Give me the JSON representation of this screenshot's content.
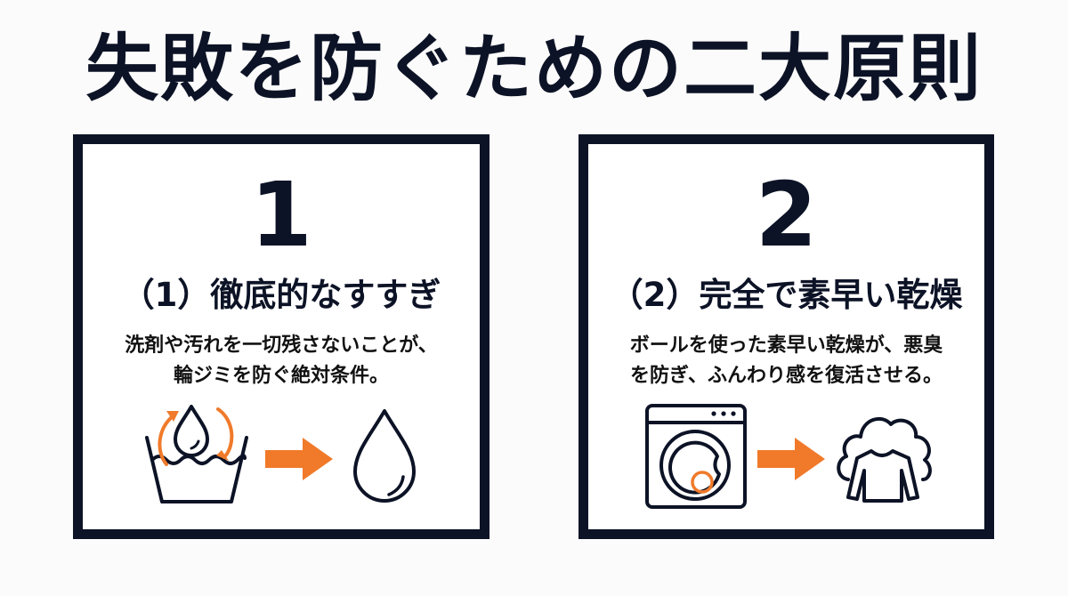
{
  "title": "失敗を防ぐための二大原則",
  "colors": {
    "navy": "#0d1326",
    "accent": "#f07a2a",
    "background": "#fbfbfb"
  },
  "cards": [
    {
      "number": "1",
      "heading": "（1）徹底的なすすぎ",
      "description_lines": [
        "洗剤や汚れを一切残さないことが、",
        "輪ジミを防ぐ絶対条件。"
      ],
      "icons": [
        "basin-with-rinse-drop-icon",
        "arrow-right-icon",
        "water-drop-icon"
      ]
    },
    {
      "number": "2",
      "heading": "（2）完全で素早い乾燥",
      "description_lines": [
        "ボールを使った素早い乾燥が、悪臭",
        "を防ぎ、ふんわり感を復活させる。"
      ],
      "icons": [
        "dryer-with-ball-icon",
        "arrow-right-icon",
        "fluffy-sweater-icon"
      ]
    }
  ]
}
